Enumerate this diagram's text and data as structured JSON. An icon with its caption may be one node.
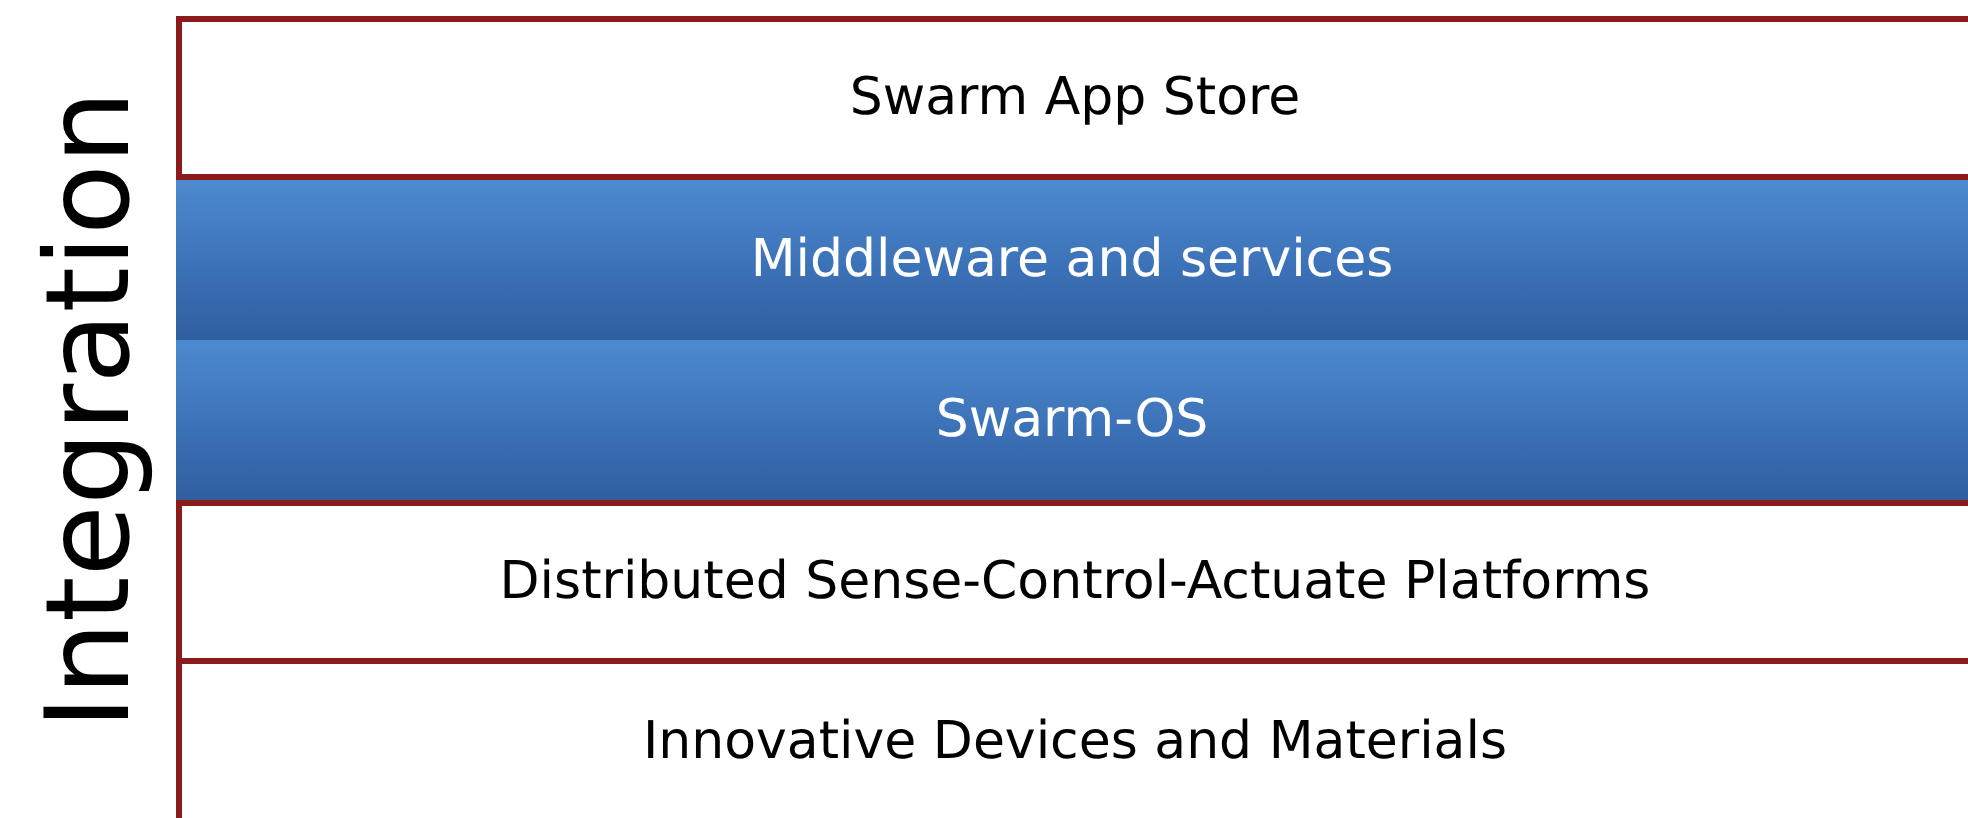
{
  "diagram": {
    "nodes": [
      {
        "text": [
          "Swarm App Store"
        ]
      },
      {
        "text": [
          "Middleware and services"
        ]
      },
      {
        "text": [
          "Swarm-OS"
        ]
      },
      {
        "text": [
          "Distributed Sense-Control-Actuate Platforms"
        ]
      },
      {
        "text": [
          "Innovative Devices and Materials"
        ]
      }
    ],
    "labels": [
      "Integration"
    ]
  }
}
